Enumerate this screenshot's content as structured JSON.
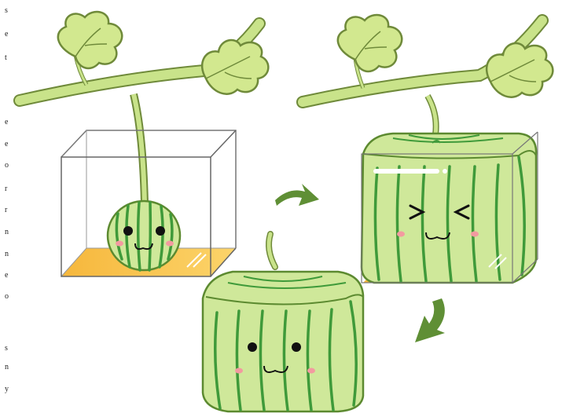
{
  "margin_text": [
    "s",
    "e",
    "t",
    "e",
    "e",
    "o",
    "r",
    "r",
    "n",
    "n",
    "e",
    "o",
    "s",
    "n",
    "y"
  ],
  "colors": {
    "vine": "#c9e38a",
    "vine_outline": "#6f8a3a",
    "melon_light": "#cfe89a",
    "melon_stripe": "#3f9a3a",
    "box_edge": "#6e6e6e",
    "box_floor": "#f7c04a",
    "arrow": "#5f8f35",
    "blush": "#f39aa0",
    "eye": "#111111"
  },
  "scene": {
    "step1": "small round watermelon growing inside a glass cube",
    "step2": "watermelon filling the cube, squinting face",
    "step3": "finished cube-shaped watermelon"
  }
}
